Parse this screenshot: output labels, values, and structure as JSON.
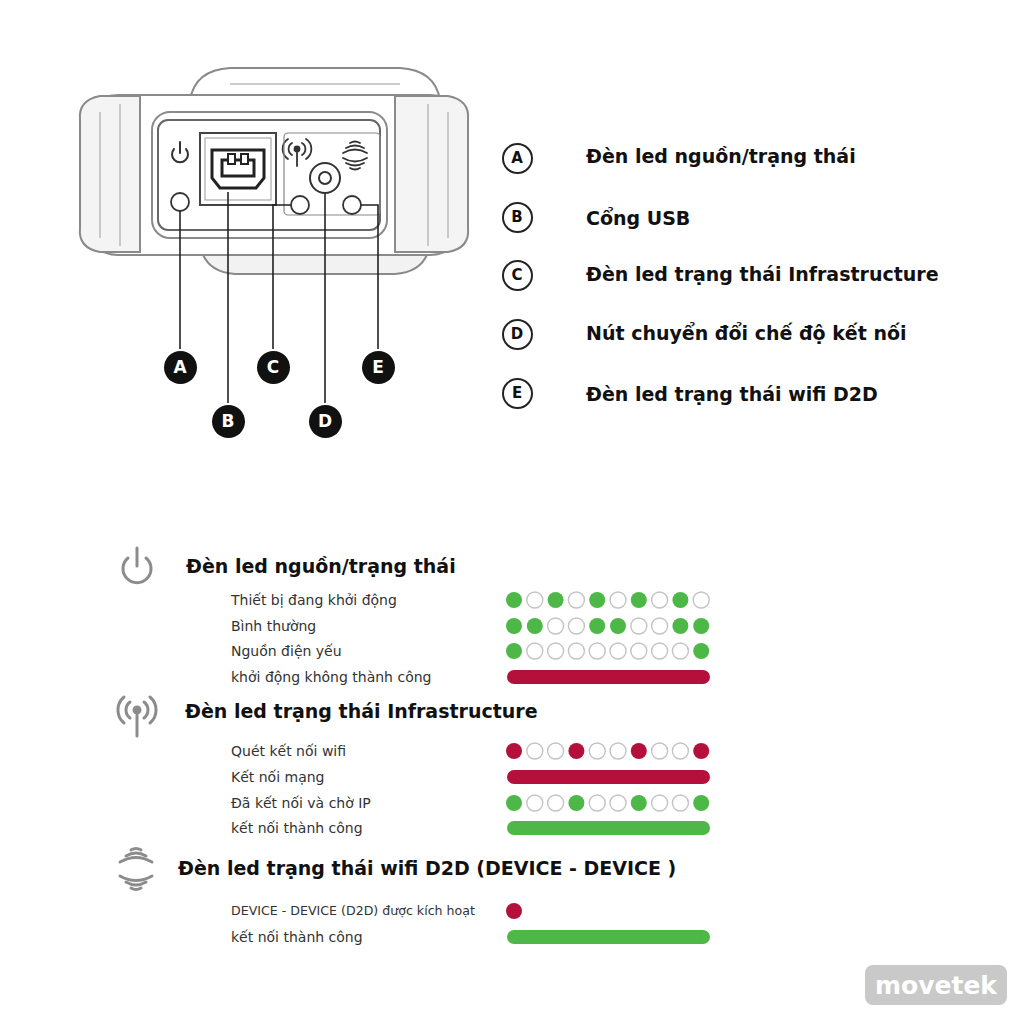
{
  "diagram": {
    "nodes": [
      {
        "text": [
          "A"
        ]
      },
      {
        "text": [
          "B"
        ]
      },
      {
        "text": [
          "C"
        ]
      },
      {
        "text": [
          "D"
        ]
      },
      {
        "text": [
          "E"
        ]
      },
      {
        "text": [
          "A"
        ]
      },
      {
        "text": [
          "B"
        ]
      },
      {
        "text": [
          "C"
        ]
      },
      {
        "text": [
          "D"
        ]
      },
      {
        "text": [
          "E"
        ]
      },
      {
        "text": [
          "movetek"
        ]
      }
    ],
    "labels": [
      "Đèn led nguồn/trạng thái",
      "Cổng USB",
      "Đèn led trạng thái Infrastructure",
      "Nút chuyển đổi chế độ kết nối",
      "Đèn led trạng thái wifi D2D",
      "Đèn led nguồn/trạng thái",
      "Thiết bị đang khởi động",
      "Bình thường",
      "Nguồn điện yếu",
      "khởi động không thành công",
      "Đèn led trạng thái Infrastructure",
      "Quét kết nối wifi",
      "Kết nối mạng",
      "Đã kết nối và chờ IP",
      "kết nối thành công",
      "Đèn led trạng thái wifi D2D (DEVICE - DEVICE )",
      "DEVICE - DEVICE (D2D) được kích hoạt",
      "kết nối thành công"
    ]
  }
}
